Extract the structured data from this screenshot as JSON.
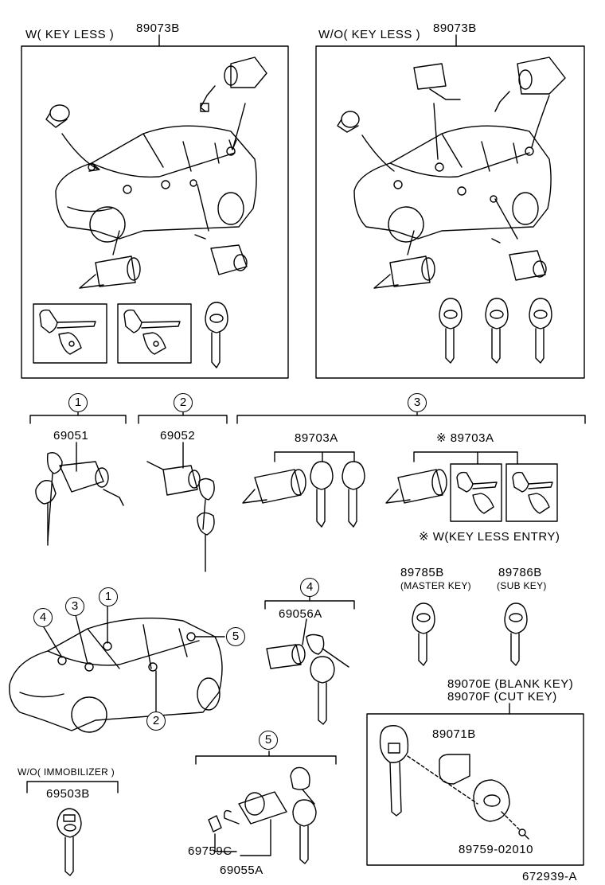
{
  "top_left": {
    "title": "W( KEY LESS )",
    "part": "89073B"
  },
  "top_right": {
    "title": "W/O( KEY LESS )",
    "part": "89073B"
  },
  "groups": {
    "g1": {
      "num": "1",
      "part": "69051"
    },
    "g2": {
      "num": "2",
      "part": "69052"
    },
    "g3": {
      "num": "3",
      "part_a": "89703A",
      "part_b": "※ 89703A",
      "note": "※ W(KEY LESS ENTRY)"
    },
    "g4": {
      "num": "4",
      "part": "69056A"
    },
    "g5": {
      "num": "5",
      "part_a": "69759C",
      "part_b": "69055A"
    }
  },
  "car_callouts": [
    "1",
    "2",
    "3",
    "4",
    "5"
  ],
  "keys": {
    "master": {
      "part": "89785B",
      "desc": "(MASTER KEY)"
    },
    "sub": {
      "part": "89786B",
      "desc": "(SUB KEY)"
    },
    "blank": "89070E (BLANK KEY)",
    "cut": "89070F (CUT KEY)",
    "cover": "89071B",
    "screw": "89759-02010"
  },
  "immobilizer": {
    "title": "W/O( IMMOBILIZER )",
    "part": "69503B"
  },
  "ref": "672939-A"
}
